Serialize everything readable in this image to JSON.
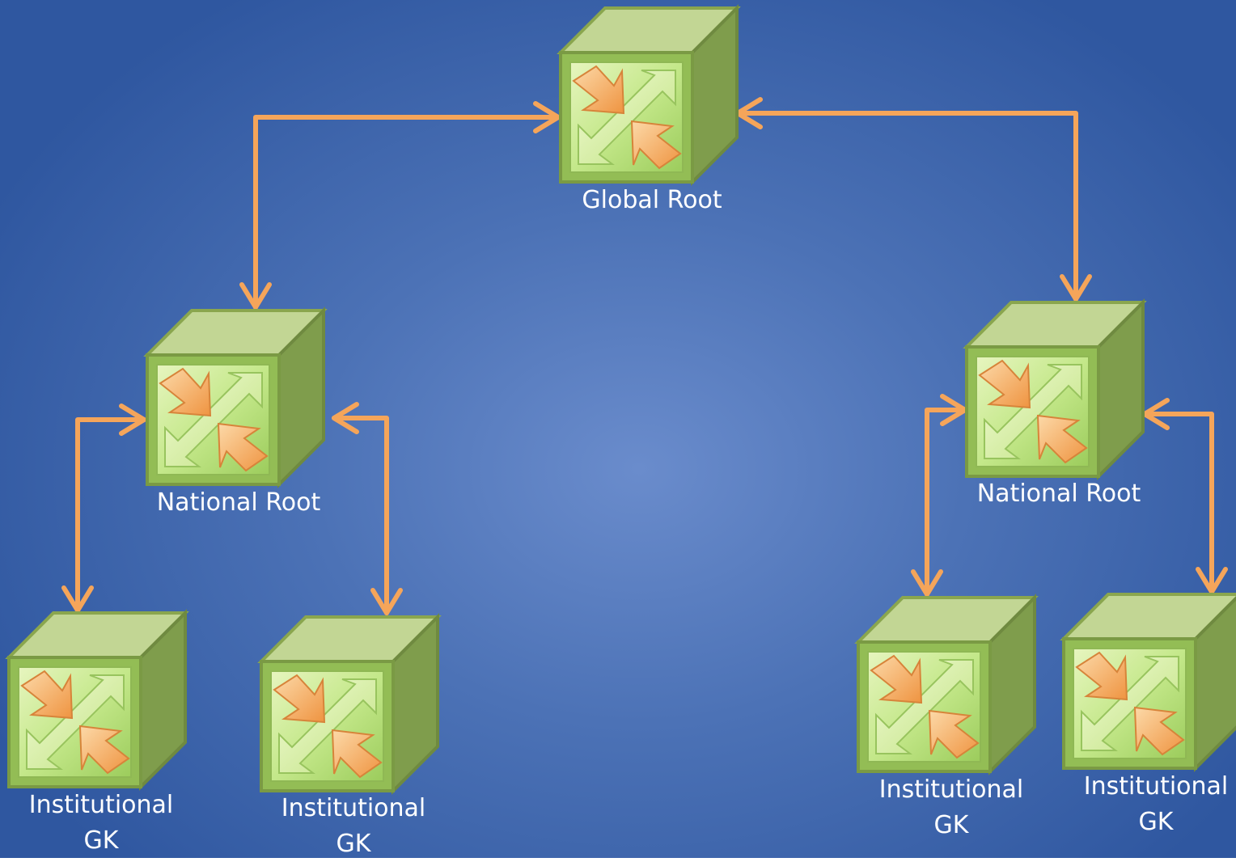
{
  "colors": {
    "background": "#4a6fb3",
    "connector": "#f5a55a",
    "cube_front": "#9dc862",
    "cube_top": "#c0d592",
    "cube_side": "#7e9b4c",
    "arrow_orange": "#f3a255"
  },
  "nodes": [
    {
      "id": "global-root",
      "lines": [
        "Global Root"
      ]
    },
    {
      "id": "national-root-left",
      "lines": [
        "National Root"
      ]
    },
    {
      "id": "national-root-right",
      "lines": [
        "National Root"
      ]
    },
    {
      "id": "institutional-gk-1",
      "lines": [
        "Institutional",
        "GK"
      ]
    },
    {
      "id": "institutional-gk-2",
      "lines": [
        "Institutional",
        "GK"
      ]
    },
    {
      "id": "institutional-gk-3",
      "lines": [
        "Institutional",
        "GK"
      ]
    },
    {
      "id": "institutional-gk-4",
      "lines": [
        "Institutional",
        "GK"
      ]
    }
  ],
  "edges": [
    {
      "from": "global-root",
      "to": "national-root-left",
      "bidirectional": true
    },
    {
      "from": "global-root",
      "to": "national-root-right",
      "bidirectional": true
    },
    {
      "from": "national-root-left",
      "to": "institutional-gk-1",
      "bidirectional": true
    },
    {
      "from": "national-root-left",
      "to": "institutional-gk-2",
      "bidirectional": true
    },
    {
      "from": "national-root-right",
      "to": "institutional-gk-3",
      "bidirectional": true
    },
    {
      "from": "national-root-right",
      "to": "institutional-gk-4",
      "bidirectional": true
    }
  ]
}
